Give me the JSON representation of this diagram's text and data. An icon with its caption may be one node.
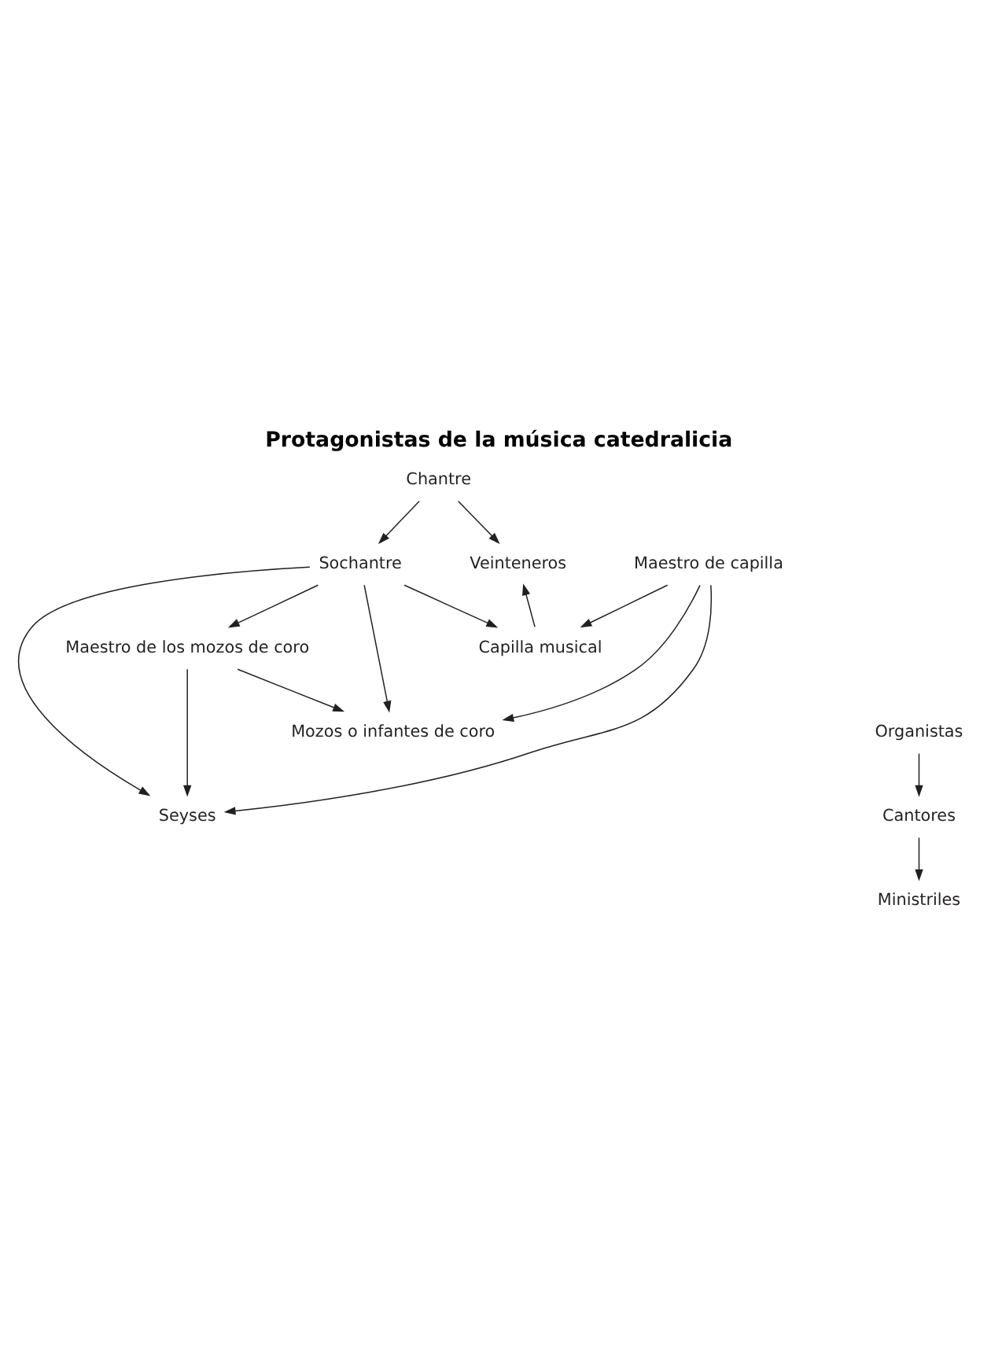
{
  "diagram": {
    "title": "Protagonistas de la música catedralicia",
    "nodes": [
      {
        "text": [
          "Chantre"
        ]
      },
      {
        "text": [
          "Sochantre"
        ]
      },
      {
        "text": [
          "Veinteneros"
        ]
      },
      {
        "text": [
          "Maestro de los mozos de coro"
        ]
      },
      {
        "text": [
          "Capilla musical"
        ]
      },
      {
        "text": [
          "Maestro de capilla"
        ]
      },
      {
        "text": [
          "Organistas"
        ]
      },
      {
        "text": [
          "Mozos o infantes de coro"
        ]
      },
      {
        "text": [
          "Cantores"
        ]
      },
      {
        "text": [
          "Seyses"
        ]
      },
      {
        "text": [
          "Ministriles"
        ]
      }
    ],
    "edges": [
      {
        "from": 0,
        "to": 1,
        "arrow": "to"
      },
      {
        "from": 0,
        "to": 2,
        "arrow": "to"
      },
      {
        "from": 1,
        "to": 4,
        "arrow": "to"
      },
      {
        "from": 1,
        "to": 3,
        "arrow": "to"
      },
      {
        "from": 1,
        "to": 7,
        "arrow": "to"
      },
      {
        "from": 1,
        "to": 9,
        "arrow": "to"
      },
      {
        "from": 4,
        "to": 2,
        "arrow": "to"
      },
      {
        "from": 5,
        "to": 4,
        "arrow": "to"
      },
      {
        "from": 5,
        "to": 7,
        "arrow": "to"
      },
      {
        "from": 5,
        "to": 9,
        "arrow": "to"
      },
      {
        "from": 3,
        "to": 7,
        "arrow": "to"
      },
      {
        "from": 3,
        "to": 9,
        "arrow": "to"
      },
      {
        "from": 6,
        "to": 8,
        "arrow": "to"
      },
      {
        "from": 8,
        "to": 10,
        "arrow": "to"
      }
    ]
  }
}
